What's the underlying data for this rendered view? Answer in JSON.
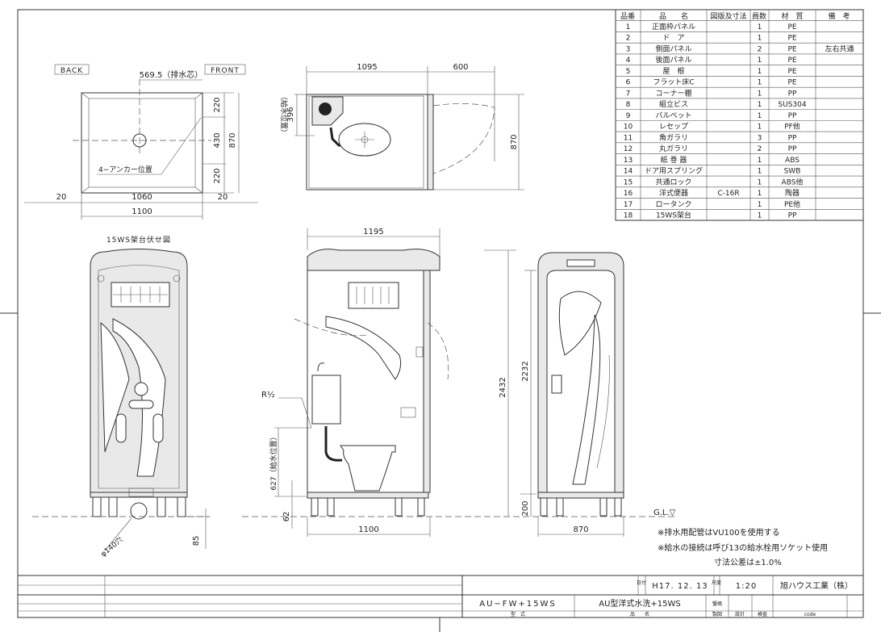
{
  "parts_table": {
    "headers": [
      "品番",
      "品　　名",
      "図版及寸法",
      "員数",
      "材　質",
      "備　考"
    ],
    "rows": [
      {
        "no": "1",
        "name": "正面枠パネル",
        "spec": "",
        "qty": "1",
        "material": "PE",
        "note": ""
      },
      {
        "no": "2",
        "name": "ド　ア",
        "spec": "",
        "qty": "1",
        "material": "PE",
        "note": ""
      },
      {
        "no": "3",
        "name": "側面パネル",
        "spec": "",
        "qty": "2",
        "material": "PE",
        "note": "左右共通"
      },
      {
        "no": "4",
        "name": "後面パネル",
        "spec": "",
        "qty": "1",
        "material": "PE",
        "note": ""
      },
      {
        "no": "5",
        "name": "屋　根",
        "spec": "",
        "qty": "1",
        "material": "PE",
        "note": ""
      },
      {
        "no": "6",
        "name": "フラット床C",
        "spec": "",
        "qty": "1",
        "material": "PE",
        "note": ""
      },
      {
        "no": "7",
        "name": "コーナー棚",
        "spec": "",
        "qty": "1",
        "material": "PP",
        "note": ""
      },
      {
        "no": "8",
        "name": "組立ビス",
        "spec": "",
        "qty": "1",
        "material": "SUS304",
        "note": ""
      },
      {
        "no": "9",
        "name": "バルベット",
        "spec": "",
        "qty": "1",
        "material": "PP",
        "note": ""
      },
      {
        "no": "10",
        "name": "レセップ",
        "spec": "",
        "qty": "1",
        "material": "PF他",
        "note": ""
      },
      {
        "no": "11",
        "name": "角ガラリ",
        "spec": "",
        "qty": "3",
        "material": "PP",
        "note": ""
      },
      {
        "no": "12",
        "name": "丸ガラリ",
        "spec": "",
        "qty": "2",
        "material": "PP",
        "note": ""
      },
      {
        "no": "13",
        "name": "紙 巻 器",
        "spec": "",
        "qty": "1",
        "material": "ABS",
        "note": ""
      },
      {
        "no": "14",
        "name": "ドア用スプリング",
        "spec": "",
        "qty": "1",
        "material": "SWB",
        "note": ""
      },
      {
        "no": "15",
        "name": "共通ロック",
        "spec": "",
        "qty": "1",
        "material": "ABS他",
        "note": ""
      },
      {
        "no": "16",
        "name": "洋式便器",
        "spec": "C-16R",
        "qty": "1",
        "material": "陶器",
        "note": ""
      },
      {
        "no": "17",
        "name": "ロータンク",
        "spec": "",
        "qty": "1",
        "material": "PE他",
        "note": ""
      },
      {
        "no": "18",
        "name": "15WS架台",
        "spec": "",
        "qty": "1",
        "material": "PP",
        "note": ""
      }
    ]
  },
  "plan_view": {
    "back": "BACK",
    "front": "FRONT",
    "drain_center": "569.5（排水芯）",
    "d220a": "220",
    "d430": "430",
    "d220b": "220",
    "d870": "870",
    "d20a": "20",
    "d1060": "1060",
    "d20b": "20",
    "d1100": "1100",
    "anchor": "4−アンカー位置"
  },
  "top_view": {
    "d1095": "1095",
    "d600": "600",
    "d396": "396",
    "supply": "（給水位置）",
    "d870": "870"
  },
  "front_view": {
    "title": "15WS架台伏せ図",
    "hole": "φ140穴",
    "d85": "85"
  },
  "side_view": {
    "d1195": "1195",
    "r": "R½",
    "d627": "627（給水位置）",
    "d62": "62",
    "d1100": "1100",
    "d2432": "2432"
  },
  "right_view": {
    "d2232": "2232",
    "d200": "200",
    "d870": "870",
    "gl": "G.L.▽"
  },
  "notes": [
    "※排水用配管はVU100を使用する",
    "※給水の接続は呼び13の給水栓用ソケット使用",
    "寸法公差は±1.0%"
  ],
  "title_block": {
    "date_label": "日付",
    "date": "H17. 12. 13",
    "scale_label": "尺度",
    "scale": "1:20",
    "company": "旭ハウス工業（株）",
    "model": "AU−FW+15WS",
    "product_name": "AU型洋式水洗+15WS",
    "drafter_name": "蟹嶋",
    "label_model": "型　式",
    "label_name": "品　　名",
    "label_draft": "製図",
    "label_design": "設計",
    "label_check": "検査",
    "label_code": "code"
  }
}
